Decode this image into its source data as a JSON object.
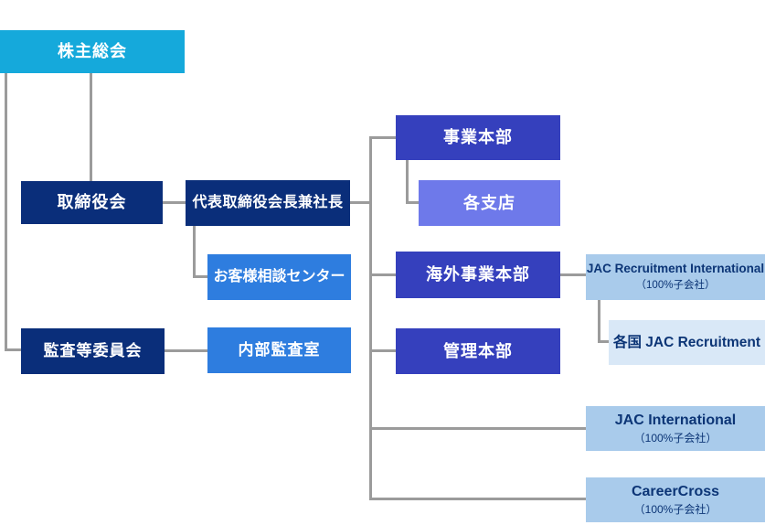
{
  "diagram": {
    "type": "organization-chart",
    "nodes": {
      "shareholders": {
        "label": "株主総会"
      },
      "board": {
        "label": "取締役会"
      },
      "ceo": {
        "label": "代表取締役会長兼社長"
      },
      "customer_center": {
        "label": "お客様相談センター"
      },
      "audit_committee": {
        "label": "監査等委員会"
      },
      "internal_audit": {
        "label": "内部監査室"
      },
      "business_hq": {
        "label": "事業本部"
      },
      "branches": {
        "label": "各支店"
      },
      "overseas_hq": {
        "label": "海外事業本部"
      },
      "admin_hq": {
        "label": "管理本部"
      },
      "jac_recruitment_international": {
        "label": "JAC Recruitment International",
        "sublabel": "（100%子会社）"
      },
      "jac_recruitment_countries": {
        "label": "各国 JAC Recruitment"
      },
      "jac_international": {
        "label": "JAC International",
        "sublabel": "（100%子会社）"
      },
      "careercross": {
        "label": "CareerCross",
        "sublabel": "（100%子会社）"
      }
    },
    "colors": {
      "cyan": "#15A9DB",
      "navy": "#0A2E7A",
      "blue": "#2E7DDF",
      "indigo": "#3540BD",
      "periwinkle": "#6E79EA",
      "light_blue": "#A9CBEB",
      "lighter_blue": "#D9E8F7",
      "navy_text": "#0C3576",
      "connector_gray": "#9B9B9B"
    }
  }
}
